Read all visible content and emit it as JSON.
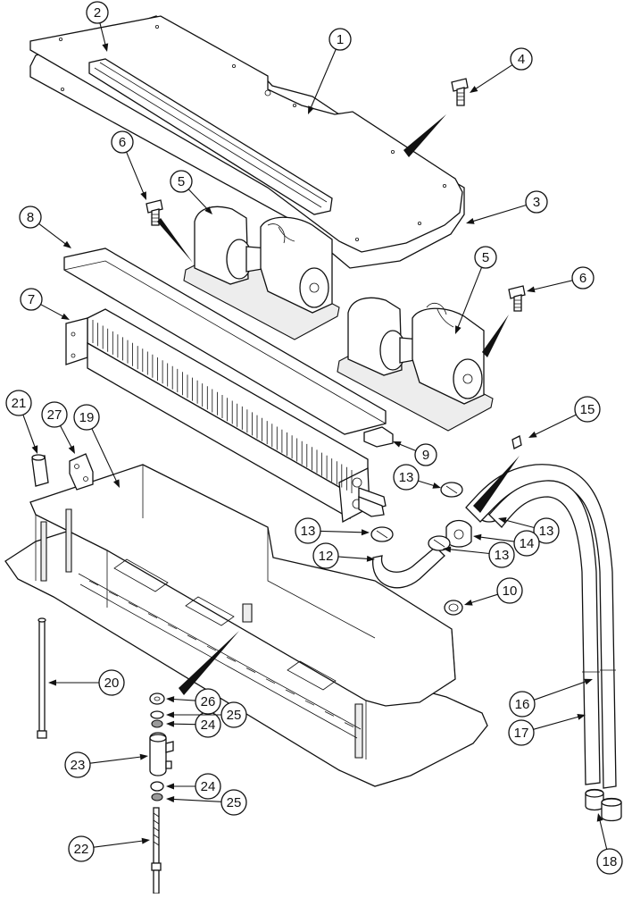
{
  "callouts": [
    {
      "id": "c1",
      "label": "1"
    },
    {
      "id": "c2",
      "label": "2"
    },
    {
      "id": "c3",
      "label": "3"
    },
    {
      "id": "c4",
      "label": "4"
    },
    {
      "id": "c5a",
      "label": "5"
    },
    {
      "id": "c5b",
      "label": "5"
    },
    {
      "id": "c6a",
      "label": "6"
    },
    {
      "id": "c6b",
      "label": "6"
    },
    {
      "id": "c7",
      "label": "7"
    },
    {
      "id": "c8",
      "label": "8"
    },
    {
      "id": "c9",
      "label": "9"
    },
    {
      "id": "c10",
      "label": "10"
    },
    {
      "id": "c12",
      "label": "12"
    },
    {
      "id": "c13a",
      "label": "13"
    },
    {
      "id": "c13b",
      "label": "13"
    },
    {
      "id": "c13c",
      "label": "13"
    },
    {
      "id": "c13d",
      "label": "13"
    },
    {
      "id": "c14",
      "label": "14"
    },
    {
      "id": "c15",
      "label": "15"
    },
    {
      "id": "c16",
      "label": "16"
    },
    {
      "id": "c17",
      "label": "17"
    },
    {
      "id": "c18",
      "label": "18"
    },
    {
      "id": "c19",
      "label": "19"
    },
    {
      "id": "c20",
      "label": "20"
    },
    {
      "id": "c21",
      "label": "21"
    },
    {
      "id": "c22",
      "label": "22"
    },
    {
      "id": "c23",
      "label": "23"
    },
    {
      "id": "c24a",
      "label": "24"
    },
    {
      "id": "c24b",
      "label": "24"
    },
    {
      "id": "c25a",
      "label": "25"
    },
    {
      "id": "c25b",
      "label": "25"
    },
    {
      "id": "c26",
      "label": "26"
    },
    {
      "id": "c27",
      "label": "27"
    }
  ]
}
